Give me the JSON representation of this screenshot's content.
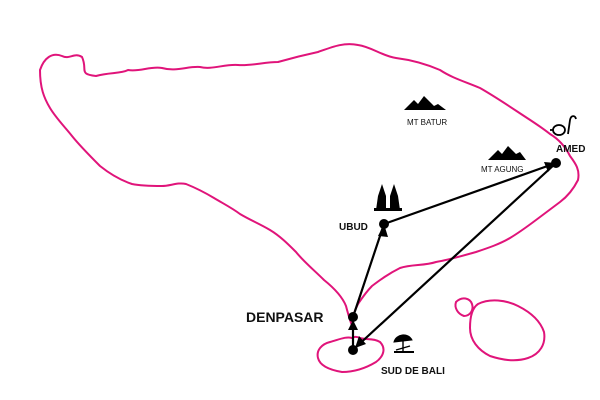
{
  "map": {
    "coast_color": "#e0147a",
    "route_color": "#000000",
    "places": {
      "denpasar": "DENPASAR",
      "ubud": "UBUD",
      "amed": "AMED",
      "south_bali": "SUD DE BALI",
      "mt_batur": "MT BATUR",
      "mt_agung": "MT AGUNG"
    },
    "icons": {
      "mt_batur": "mountain-icon",
      "mt_agung": "mountain-icon",
      "ubud": "temple-gate-icon",
      "amed": "snorkel-mask-icon",
      "south_bali": "beach-umbrella-icon"
    },
    "route_order": [
      "DENPASAR",
      "UBUD",
      "AMED",
      "SUD DE BALI"
    ]
  }
}
